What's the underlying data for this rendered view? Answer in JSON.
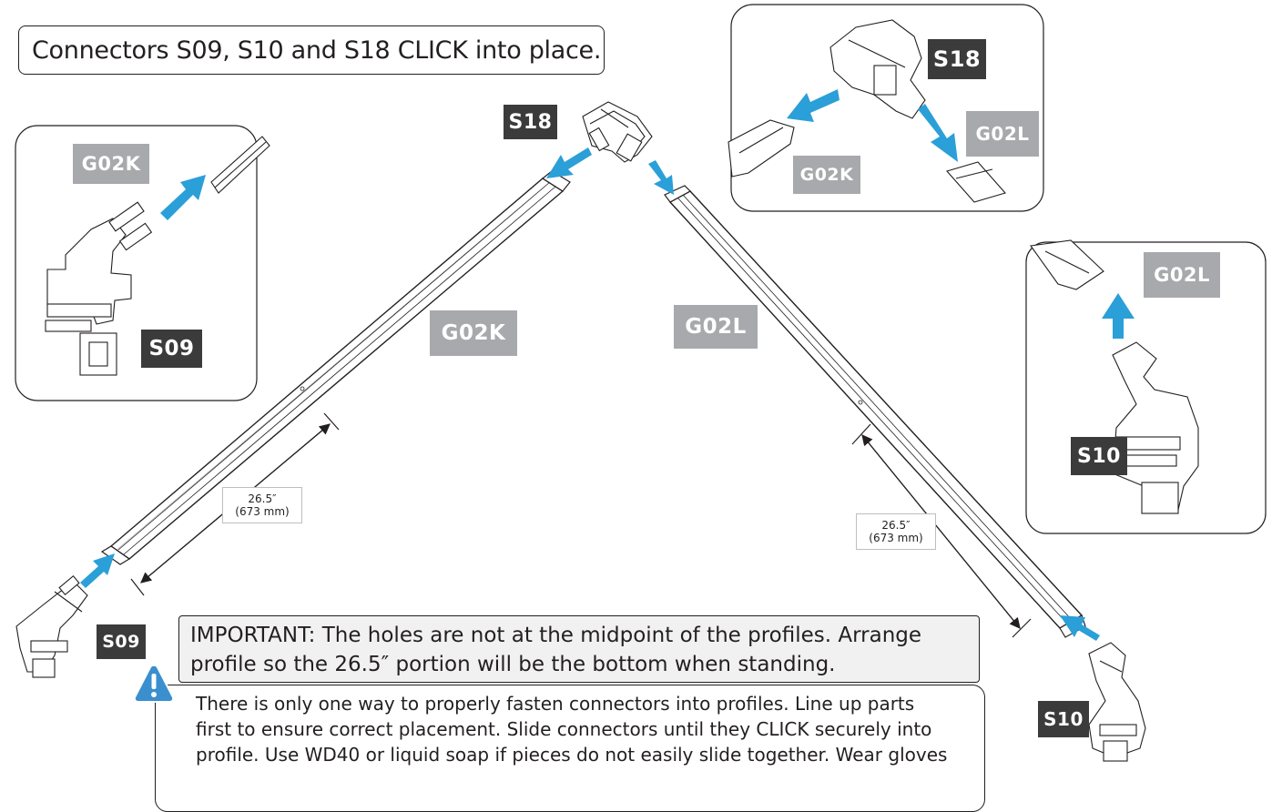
{
  "title": "Connectors S09, S10 and S18 CLICK into place.",
  "parts": {
    "s18": "S18",
    "s09": "S09",
    "s10": "S10",
    "g02k": "G02K",
    "g02l": "G02L"
  },
  "dimension": {
    "length": "26.5″",
    "metric": "(673 mm)"
  },
  "important": {
    "line1": "IMPORTANT: The holes are not at the midpoint of the profiles. Arrange",
    "line2": "profile so the 26.5″ portion will be the bottom when standing."
  },
  "warning": {
    "icon": "exclamation-triangle-icon",
    "line1": "There is only one way to properly fasten connectors into profiles. Line up parts",
    "line2": "first to ensure correct placement. Slide connectors until they CLICK securely into",
    "line3": "profile. Use WD40 or liquid soap if pieces do not easily slide together. Wear gloves"
  },
  "colors": {
    "arrow": "#2b9fd8",
    "dark_tag": "#3b3b3b",
    "gray_tag": "#a7a9ac",
    "warning_icon": "#3a8fcf"
  }
}
